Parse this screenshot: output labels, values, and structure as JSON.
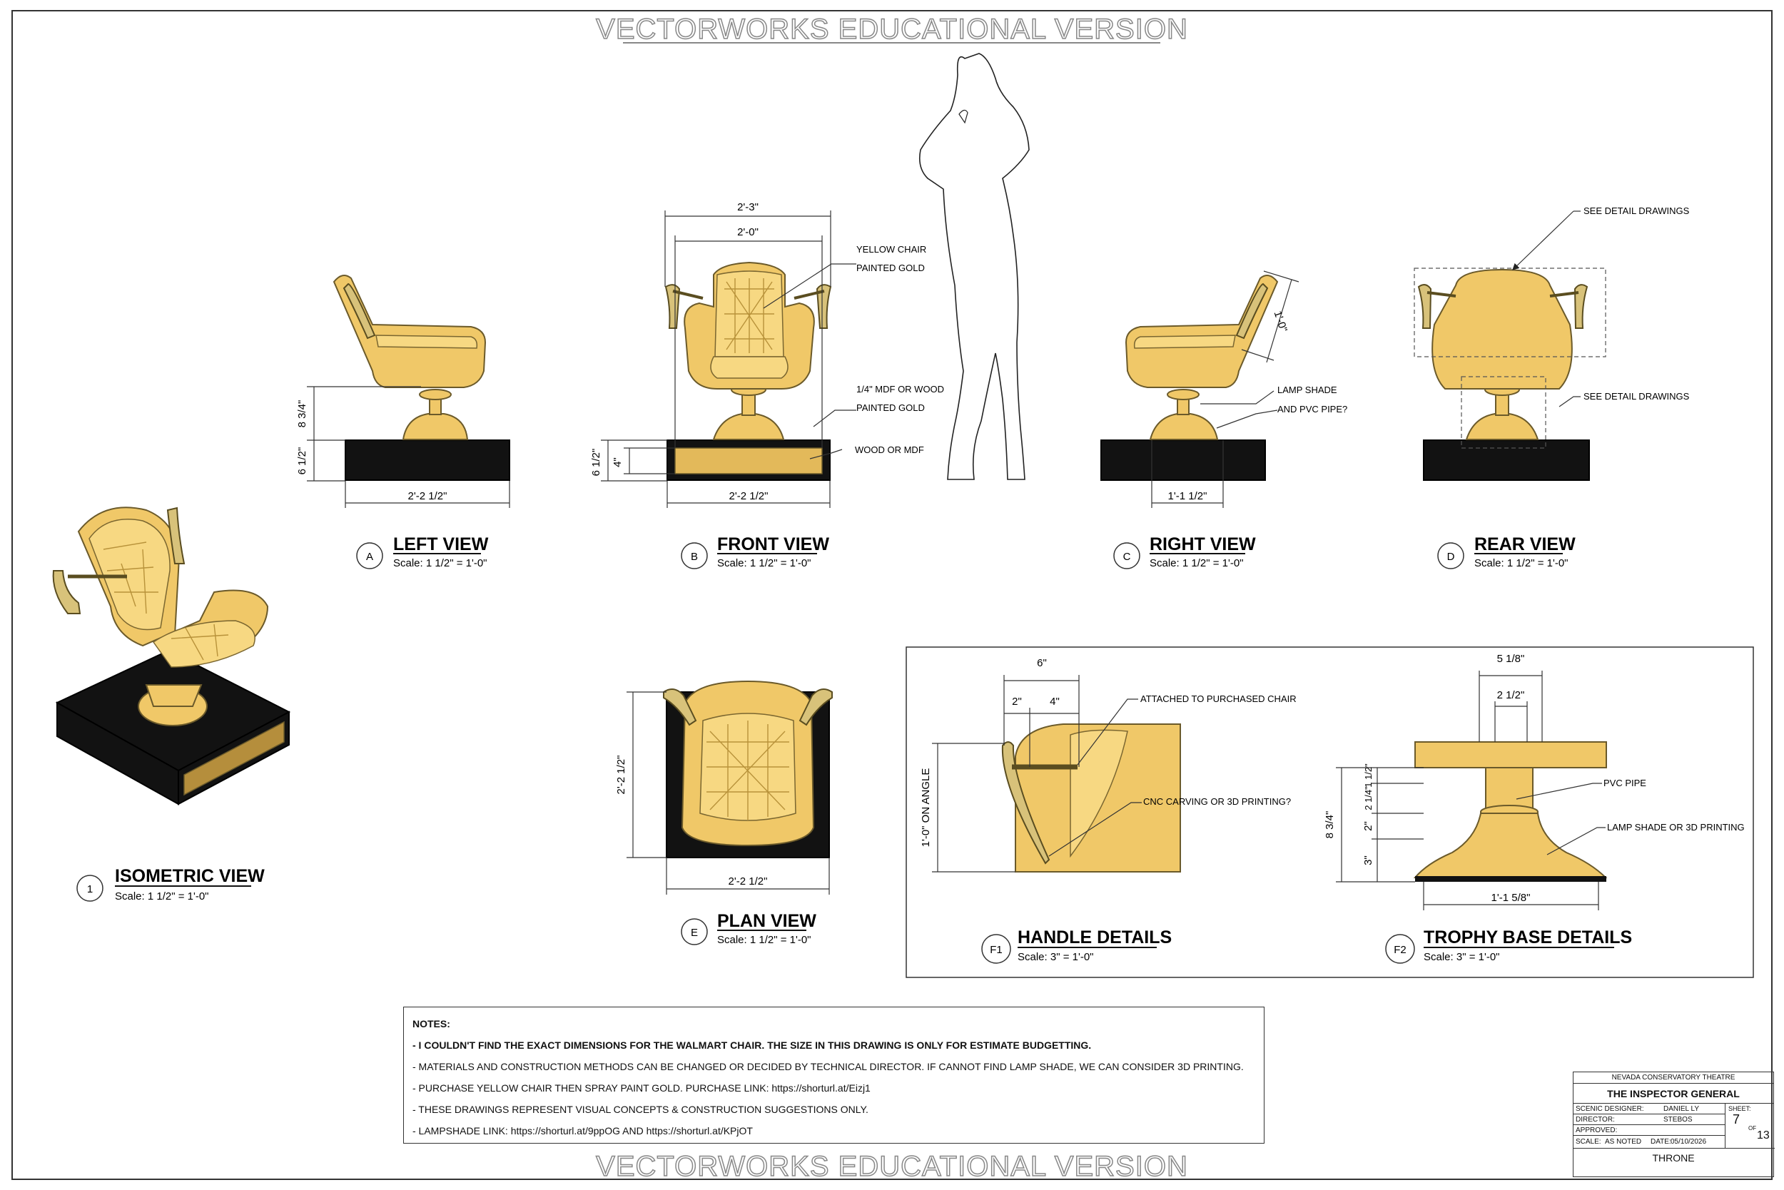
{
  "watermark": "VECTORWORKS EDUCATIONAL VERSION",
  "views": {
    "isometric": {
      "tag": "1",
      "title": "ISOMETRIC VIEW",
      "scale": "Scale: 1 1/2\" = 1'-0\""
    },
    "left": {
      "tag": "A",
      "title": "LEFT VIEW",
      "scale": "Scale: 1 1/2\" = 1'-0\""
    },
    "front": {
      "tag": "B",
      "title": "FRONT VIEW",
      "scale": "Scale: 1 1/2\" = 1'-0\""
    },
    "right": {
      "tag": "C",
      "title": "RIGHT VIEW",
      "scale": "Scale: 1 1/2\" = 1'-0\""
    },
    "rear": {
      "tag": "D",
      "title": "REAR VIEW",
      "scale": "Scale: 1 1/2\" = 1'-0\""
    },
    "plan": {
      "tag": "E",
      "title": "PLAN VIEW",
      "scale": "Scale: 1 1/2\" = 1'-0\""
    },
    "handle": {
      "tag": "F1",
      "title": "HANDLE DETAILS",
      "scale": "Scale: 3\" = 1'-0\""
    },
    "trophy": {
      "tag": "F2",
      "title": "TROPHY BASE DETAILS",
      "scale": "Scale: 3\" = 1'-0\""
    }
  },
  "dims": {
    "left_h1": "8 3/4\"",
    "left_h2": "6 1/2\"",
    "left_w": "2'-2 1/2\"",
    "front_w_out": "2'-3\"",
    "front_w_in": "2'-0\"",
    "front_h": "6 1/2\"",
    "front_h_in": "4\"",
    "front_w": "2'-2 1/2\"",
    "right_arm": "1'-0\"",
    "right_w": "1'-1 1/2\"",
    "plan_h": "2'-2 1/2\"",
    "plan_w": "2'-2 1/2\"",
    "handle_w": "6\"",
    "handle_w1": "2\"",
    "handle_w2": "4\"",
    "handle_h": "1'-0\" ON ANGLE",
    "trophy_w_top": "5 1/8\"",
    "trophy_w_mid": "2 1/2\"",
    "trophy_h_total": "8 3/4\"",
    "trophy_h1": "1 1/2\"",
    "trophy_h2": "2 1/4\"",
    "trophy_h3": "2\"",
    "trophy_h4": "3\"",
    "trophy_w_bot": "1'-1 5/8\""
  },
  "callouts": {
    "yellow_chair_1": "YELLOW CHAIR",
    "yellow_chair_2": "PAINTED GOLD",
    "mdf_1": "1/4\" MDF OR WOOD",
    "mdf_2": "PAINTED GOLD",
    "wood": "WOOD OR MDF",
    "lamp_1": "LAMP SHADE",
    "lamp_2": "AND PVC PIPE?",
    "see_detail_1": "SEE DETAIL DRAWINGS",
    "see_detail_2": "SEE DETAIL DRAWINGS",
    "attached": "ATTACHED TO PURCHASED CHAIR",
    "cnc": "CNC CARVING OR 3D PRINTING?",
    "pvc": "PVC PIPE",
    "lamp_3d": "LAMP SHADE OR 3D PRINTING"
  },
  "notes": {
    "header": "NOTES:",
    "lines": [
      "- I COULDN'T FIND THE EXACT DIMENSIONS FOR THE WALMART CHAIR. THE SIZE IN THIS DRAWING IS ONLY FOR ESTIMATE BUDGETTING.",
      "- MATERIALS AND CONSTRUCTION METHODS CAN BE CHANGED OR DECIDED BY TECHNICAL DIRECTOR. IF CANNOT FIND LAMP SHADE, WE CAN CONSIDER 3D PRINTING.",
      "- PURCHASE YELLOW CHAIR THEN SPRAY PAINT GOLD. PURCHASE LINK: https://shorturl.at/Eizj1",
      "- THESE DRAWINGS REPRESENT VISUAL CONCEPTS & CONSTRUCTION SUGGESTIONS ONLY.",
      "- LAMPSHADE LINK: https://shorturl.at/9ppOG AND  https://shorturl.at/KPjOT"
    ]
  },
  "titleblock": {
    "org": "NEVADA CONSERVATORY THEATRE",
    "show": "THE INSPECTOR GENERAL",
    "designer_label": "SCENIC DESIGNER:",
    "designer": "DANIEL LY",
    "director_label": "DIRECTOR:",
    "director": "STEBOS",
    "approved_label": "APPROVED:",
    "scale_label": "SCALE:",
    "scale": "AS NOTED",
    "date_label": "DATE:",
    "date": "05/10/2026",
    "sheet_label": "SHEET:",
    "sheet": "7",
    "of": "OF",
    "total": "13",
    "item": "THRONE"
  }
}
